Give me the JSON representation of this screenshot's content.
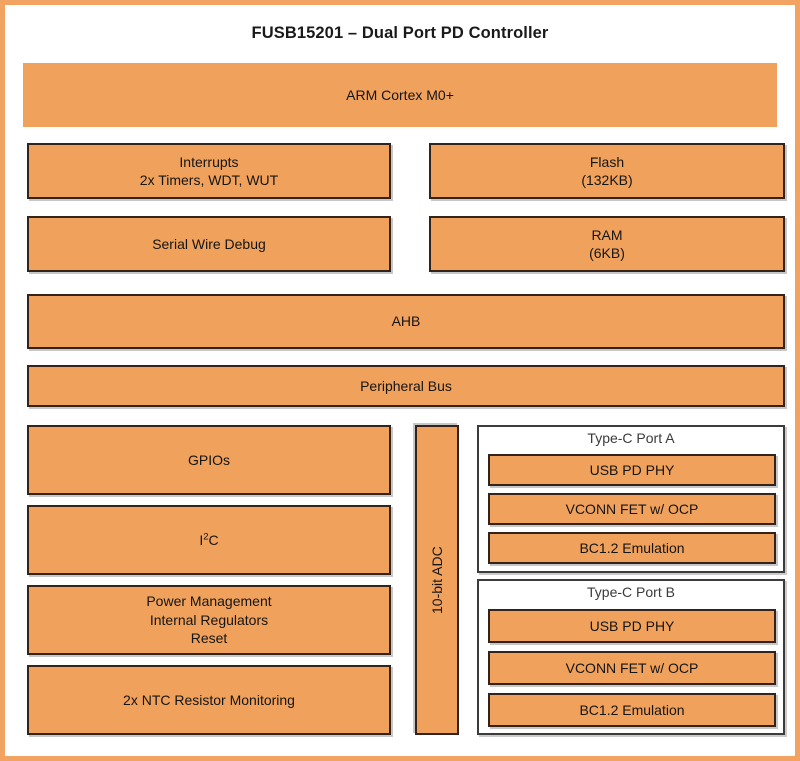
{
  "diagram": {
    "title": "FUSB15201 – Dual Port PD Controller",
    "colors": {
      "frame": "#F2A261",
      "block_fill": "#F0A15C",
      "block_border": "#33231a",
      "group_border": "#3c3c3c",
      "background": "#ffffff",
      "text": "#151515"
    },
    "core": {
      "label": "ARM Cortex M0+"
    },
    "left_column": [
      {
        "name": "interrupts-block",
        "lines": [
          "Interrupts",
          "2x Timers, WDT, WUT"
        ]
      },
      {
        "name": "serial-wire-debug-block",
        "lines": [
          "Serial Wire Debug"
        ]
      }
    ],
    "right_column": [
      {
        "name": "flash-block",
        "lines": [
          "Flash",
          "(132KB)"
        ]
      },
      {
        "name": "ram-block",
        "lines": [
          "RAM",
          "(6KB)"
        ]
      }
    ],
    "buses": [
      {
        "name": "ahb-bus-block",
        "label": "AHB"
      },
      {
        "name": "peripheral-bus-block",
        "label": "Peripheral Bus"
      }
    ],
    "peripherals": [
      {
        "name": "gpios-block",
        "lines": [
          "GPIOs"
        ]
      },
      {
        "name": "i2c-block",
        "lines": [
          "I2C"
        ],
        "html": "I<span class=\"sup\">2</span>C"
      },
      {
        "name": "power-management-block",
        "lines": [
          "Power Management",
          "Internal Regulators",
          "Reset"
        ]
      },
      {
        "name": "ntc-monitoring-block",
        "lines": [
          "2x NTC Resistor Monitoring"
        ]
      }
    ],
    "adc": {
      "label": "10-bit ADC"
    },
    "ports": [
      {
        "name": "type-c-port-a",
        "title": "Type-C Port A",
        "blocks": [
          "USB PD PHY",
          "VCONN FET w/ OCP",
          "BC1.2 Emulation"
        ]
      },
      {
        "name": "type-c-port-b",
        "title": "Type-C Port B",
        "blocks": [
          "USB PD PHY",
          "VCONN FET w/ OCP",
          "BC1.2 Emulation"
        ]
      }
    ]
  }
}
